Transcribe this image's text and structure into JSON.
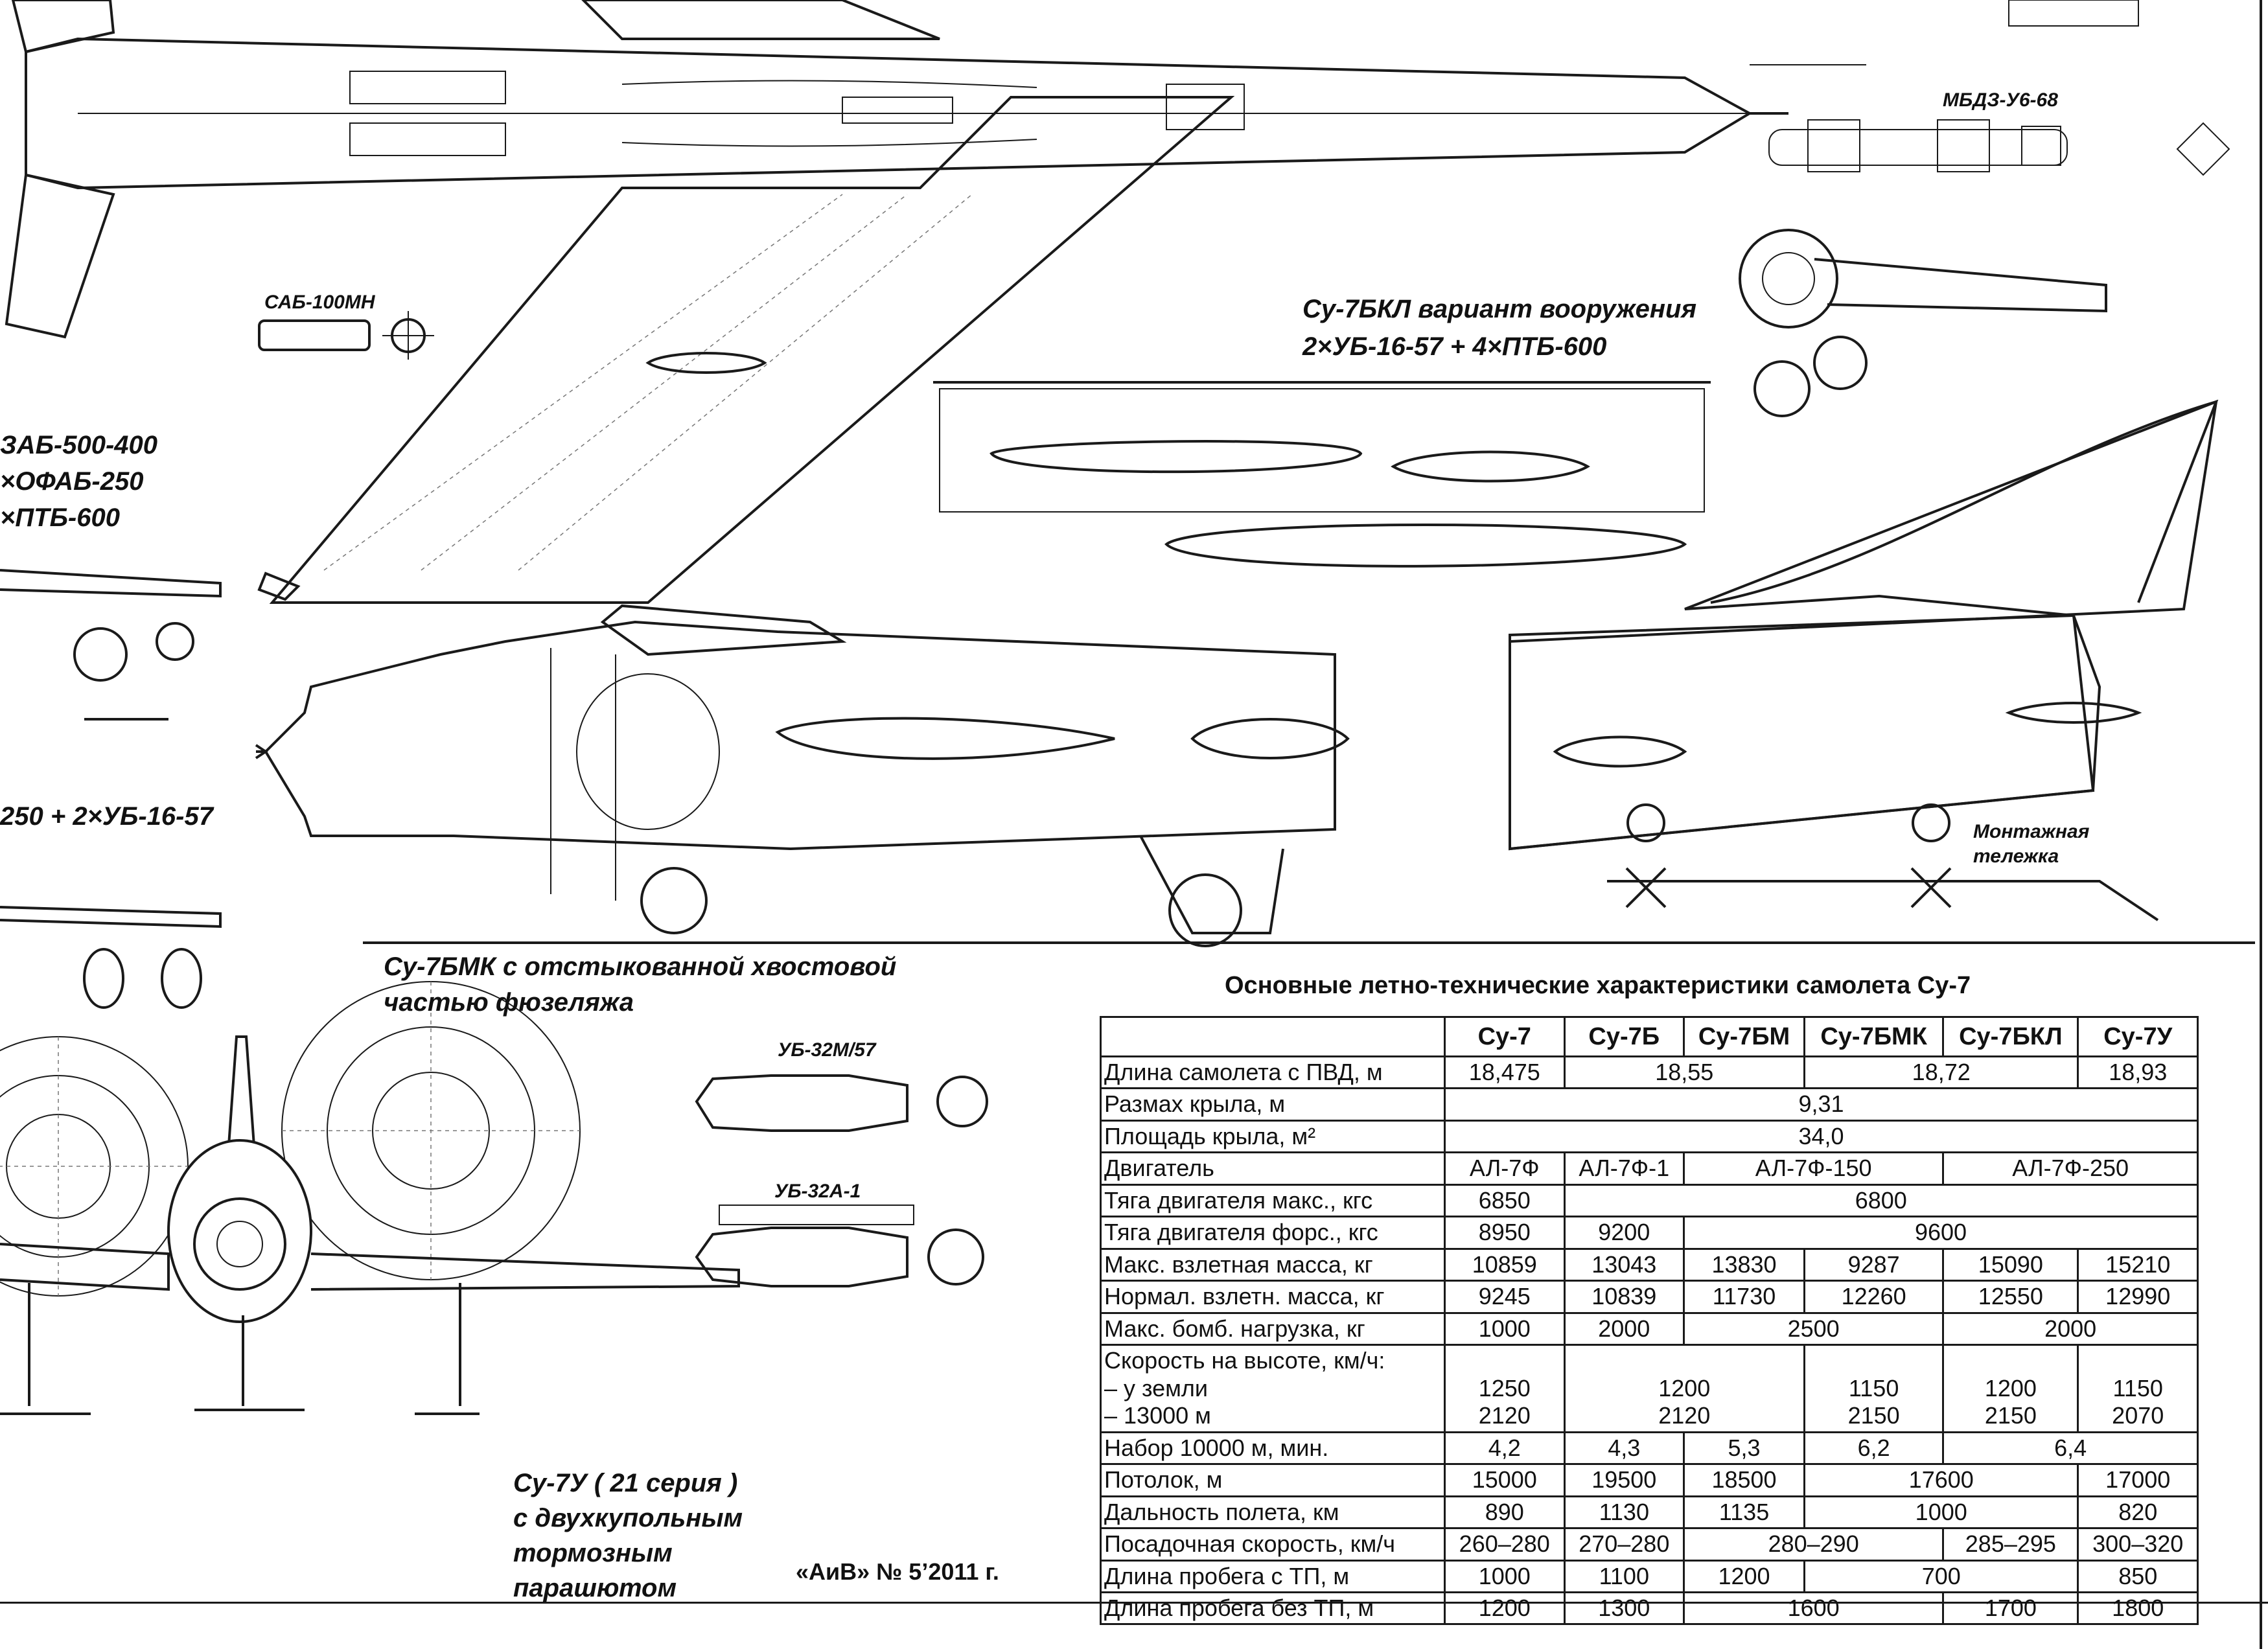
{
  "labels": {
    "sab": "САБ-100МН",
    "left_load_1": "ЗАБ-500-400",
    "left_load_2": "×ОФАБ-250",
    "left_load_3": "×ПТБ-600",
    "left_load_4": "250 + 2×УБ-16-57",
    "bkl_variant_line1": "Су-7БКЛ вариант вооружения",
    "bkl_variant_line2": "2×УБ-16-57 + 4×ПТБ-600",
    "mbdz": "МБДЗ-У6-68",
    "cart_line1": "Монтажная",
    "cart_line2": "тележка",
    "bmk_line1": "Су-7БМК с отстыкованной хвостовой",
    "bmk_line2": "частью фюзеляжа",
    "ub32m": "УБ-32М/57",
    "ub32a": "УБ-32А-1",
    "su7u_line1": "Су-7У ( 21 серия )",
    "su7u_line2": "с двухкупольным",
    "su7u_line3": "тормозным",
    "su7u_line4": "парашютом",
    "footer": "«АиВ» № 5’2011 г."
  },
  "table": {
    "title": "Основные летно-технические характеристики самолета Су-7",
    "headers": [
      "",
      "Су-7",
      "Су-7Б",
      "Су-7БМ",
      "Су-7БМК",
      "Су-7БКЛ",
      "Су-7У"
    ],
    "rows": [
      {
        "param": [
          "Длина самолета с ПВД, м"
        ],
        "cells": [
          {
            "v": [
              "18,475"
            ],
            "span": 1
          },
          {
            "v": [
              "18,55"
            ],
            "span": 2
          },
          {
            "v": [
              "18,72"
            ],
            "span": 2
          },
          {
            "v": [
              "18,93"
            ],
            "span": 1
          }
        ]
      },
      {
        "param": [
          "Размах крыла, м"
        ],
        "cells": [
          {
            "v": [
              "9,31"
            ],
            "span": 6
          }
        ]
      },
      {
        "param": [
          "Площадь крыла, м²"
        ],
        "cells": [
          {
            "v": [
              "34,0"
            ],
            "span": 6
          }
        ]
      },
      {
        "param": [
          "Двигатель"
        ],
        "cells": [
          {
            "v": [
              "АЛ-7Ф"
            ],
            "span": 1
          },
          {
            "v": [
              "АЛ-7Ф-1"
            ],
            "span": 1
          },
          {
            "v": [
              "АЛ-7Ф-150"
            ],
            "span": 2
          },
          {
            "v": [
              "АЛ-7Ф-250"
            ],
            "span": 2
          }
        ]
      },
      {
        "param": [
          "Тяга двигателя макс., кгс"
        ],
        "cells": [
          {
            "v": [
              "6850"
            ],
            "span": 1
          },
          {
            "v": [
              "6800"
            ],
            "span": 5
          }
        ]
      },
      {
        "param": [
          "Тяга двигателя форс., кгс"
        ],
        "cells": [
          {
            "v": [
              "8950"
            ],
            "span": 1
          },
          {
            "v": [
              "9200"
            ],
            "span": 1
          },
          {
            "v": [
              "9600"
            ],
            "span": 4
          }
        ]
      },
      {
        "param": [
          "Макс. взлетная масса, кг"
        ],
        "cells": [
          {
            "v": [
              "10859"
            ],
            "span": 1
          },
          {
            "v": [
              "13043"
            ],
            "span": 1
          },
          {
            "v": [
              "13830"
            ],
            "span": 1
          },
          {
            "v": [
              "9287"
            ],
            "span": 1
          },
          {
            "v": [
              "15090"
            ],
            "span": 1
          },
          {
            "v": [
              "15210"
            ],
            "span": 1
          }
        ]
      },
      {
        "param": [
          "Нормал. взлетн. масса, кг"
        ],
        "cells": [
          {
            "v": [
              "9245"
            ],
            "span": 1
          },
          {
            "v": [
              "10839"
            ],
            "span": 1
          },
          {
            "v": [
              "11730"
            ],
            "span": 1
          },
          {
            "v": [
              "12260"
            ],
            "span": 1
          },
          {
            "v": [
              "12550"
            ],
            "span": 1
          },
          {
            "v": [
              "12990"
            ],
            "span": 1
          }
        ]
      },
      {
        "param": [
          "Макс. бомб. нагрузка, кг"
        ],
        "cells": [
          {
            "v": [
              "1000"
            ],
            "span": 1
          },
          {
            "v": [
              "2000"
            ],
            "span": 1
          },
          {
            "v": [
              "2500"
            ],
            "span": 2
          },
          {
            "v": [
              "2000"
            ],
            "span": 2
          }
        ]
      },
      {
        "param": [
          "Скорость на высоте, км/ч:",
          "–  у земли",
          "– 13000 м"
        ],
        "cells": [
          {
            "v": [
              "",
              "1250",
              "2120"
            ],
            "span": 1
          },
          {
            "v": [
              "",
              "1200",
              "2120"
            ],
            "span": 2
          },
          {
            "v": [
              "",
              "1150",
              "2150"
            ],
            "span": 1
          },
          {
            "v": [
              "",
              "1200",
              "2150"
            ],
            "span": 1
          },
          {
            "v": [
              "",
              "1150",
              "2070"
            ],
            "span": 1
          }
        ]
      },
      {
        "param": [
          "Набор 10000 м, мин."
        ],
        "cells": [
          {
            "v": [
              "4,2"
            ],
            "span": 1
          },
          {
            "v": [
              "4,3"
            ],
            "span": 1
          },
          {
            "v": [
              "5,3"
            ],
            "span": 1
          },
          {
            "v": [
              "6,2"
            ],
            "span": 1
          },
          {
            "v": [
              "6,4"
            ],
            "span": 2
          }
        ]
      },
      {
        "param": [
          "Потолок, м"
        ],
        "cells": [
          {
            "v": [
              "15000"
            ],
            "span": 1
          },
          {
            "v": [
              "19500"
            ],
            "span": 1
          },
          {
            "v": [
              "18500"
            ],
            "span": 1
          },
          {
            "v": [
              "17600"
            ],
            "span": 2
          },
          {
            "v": [
              "17000"
            ],
            "span": 1
          }
        ]
      },
      {
        "param": [
          "Дальность полета, км"
        ],
        "cells": [
          {
            "v": [
              "890"
            ],
            "span": 1
          },
          {
            "v": [
              "1130"
            ],
            "span": 1
          },
          {
            "v": [
              "1135"
            ],
            "span": 1
          },
          {
            "v": [
              "1000"
            ],
            "span": 2
          },
          {
            "v": [
              "820"
            ],
            "span": 1
          }
        ]
      },
      {
        "param": [
          "Посадочная скорость, км/ч"
        ],
        "cells": [
          {
            "v": [
              "260–280"
            ],
            "span": 1
          },
          {
            "v": [
              "270–280"
            ],
            "span": 1
          },
          {
            "v": [
              "280–290"
            ],
            "span": 2
          },
          {
            "v": [
              "285–295"
            ],
            "span": 1
          },
          {
            "v": [
              "300–320"
            ],
            "span": 1
          }
        ]
      },
      {
        "param": [
          "Длина пробега с ТП, м"
        ],
        "cells": [
          {
            "v": [
              "1000"
            ],
            "span": 1
          },
          {
            "v": [
              "1100"
            ],
            "span": 1
          },
          {
            "v": [
              "1200"
            ],
            "span": 1
          },
          {
            "v": [
              "700"
            ],
            "span": 2
          },
          {
            "v": [
              "850"
            ],
            "span": 1
          }
        ]
      },
      {
        "param": [
          "Длина пробега без ТП, м"
        ],
        "cells": [
          {
            "v": [
              "1200"
            ],
            "span": 1
          },
          {
            "v": [
              "1300"
            ],
            "span": 1
          },
          {
            "v": [
              "1600"
            ],
            "span": 2
          },
          {
            "v": [
              "1700"
            ],
            "span": 1
          },
          {
            "v": [
              "1800"
            ],
            "span": 1
          }
        ]
      }
    ]
  }
}
